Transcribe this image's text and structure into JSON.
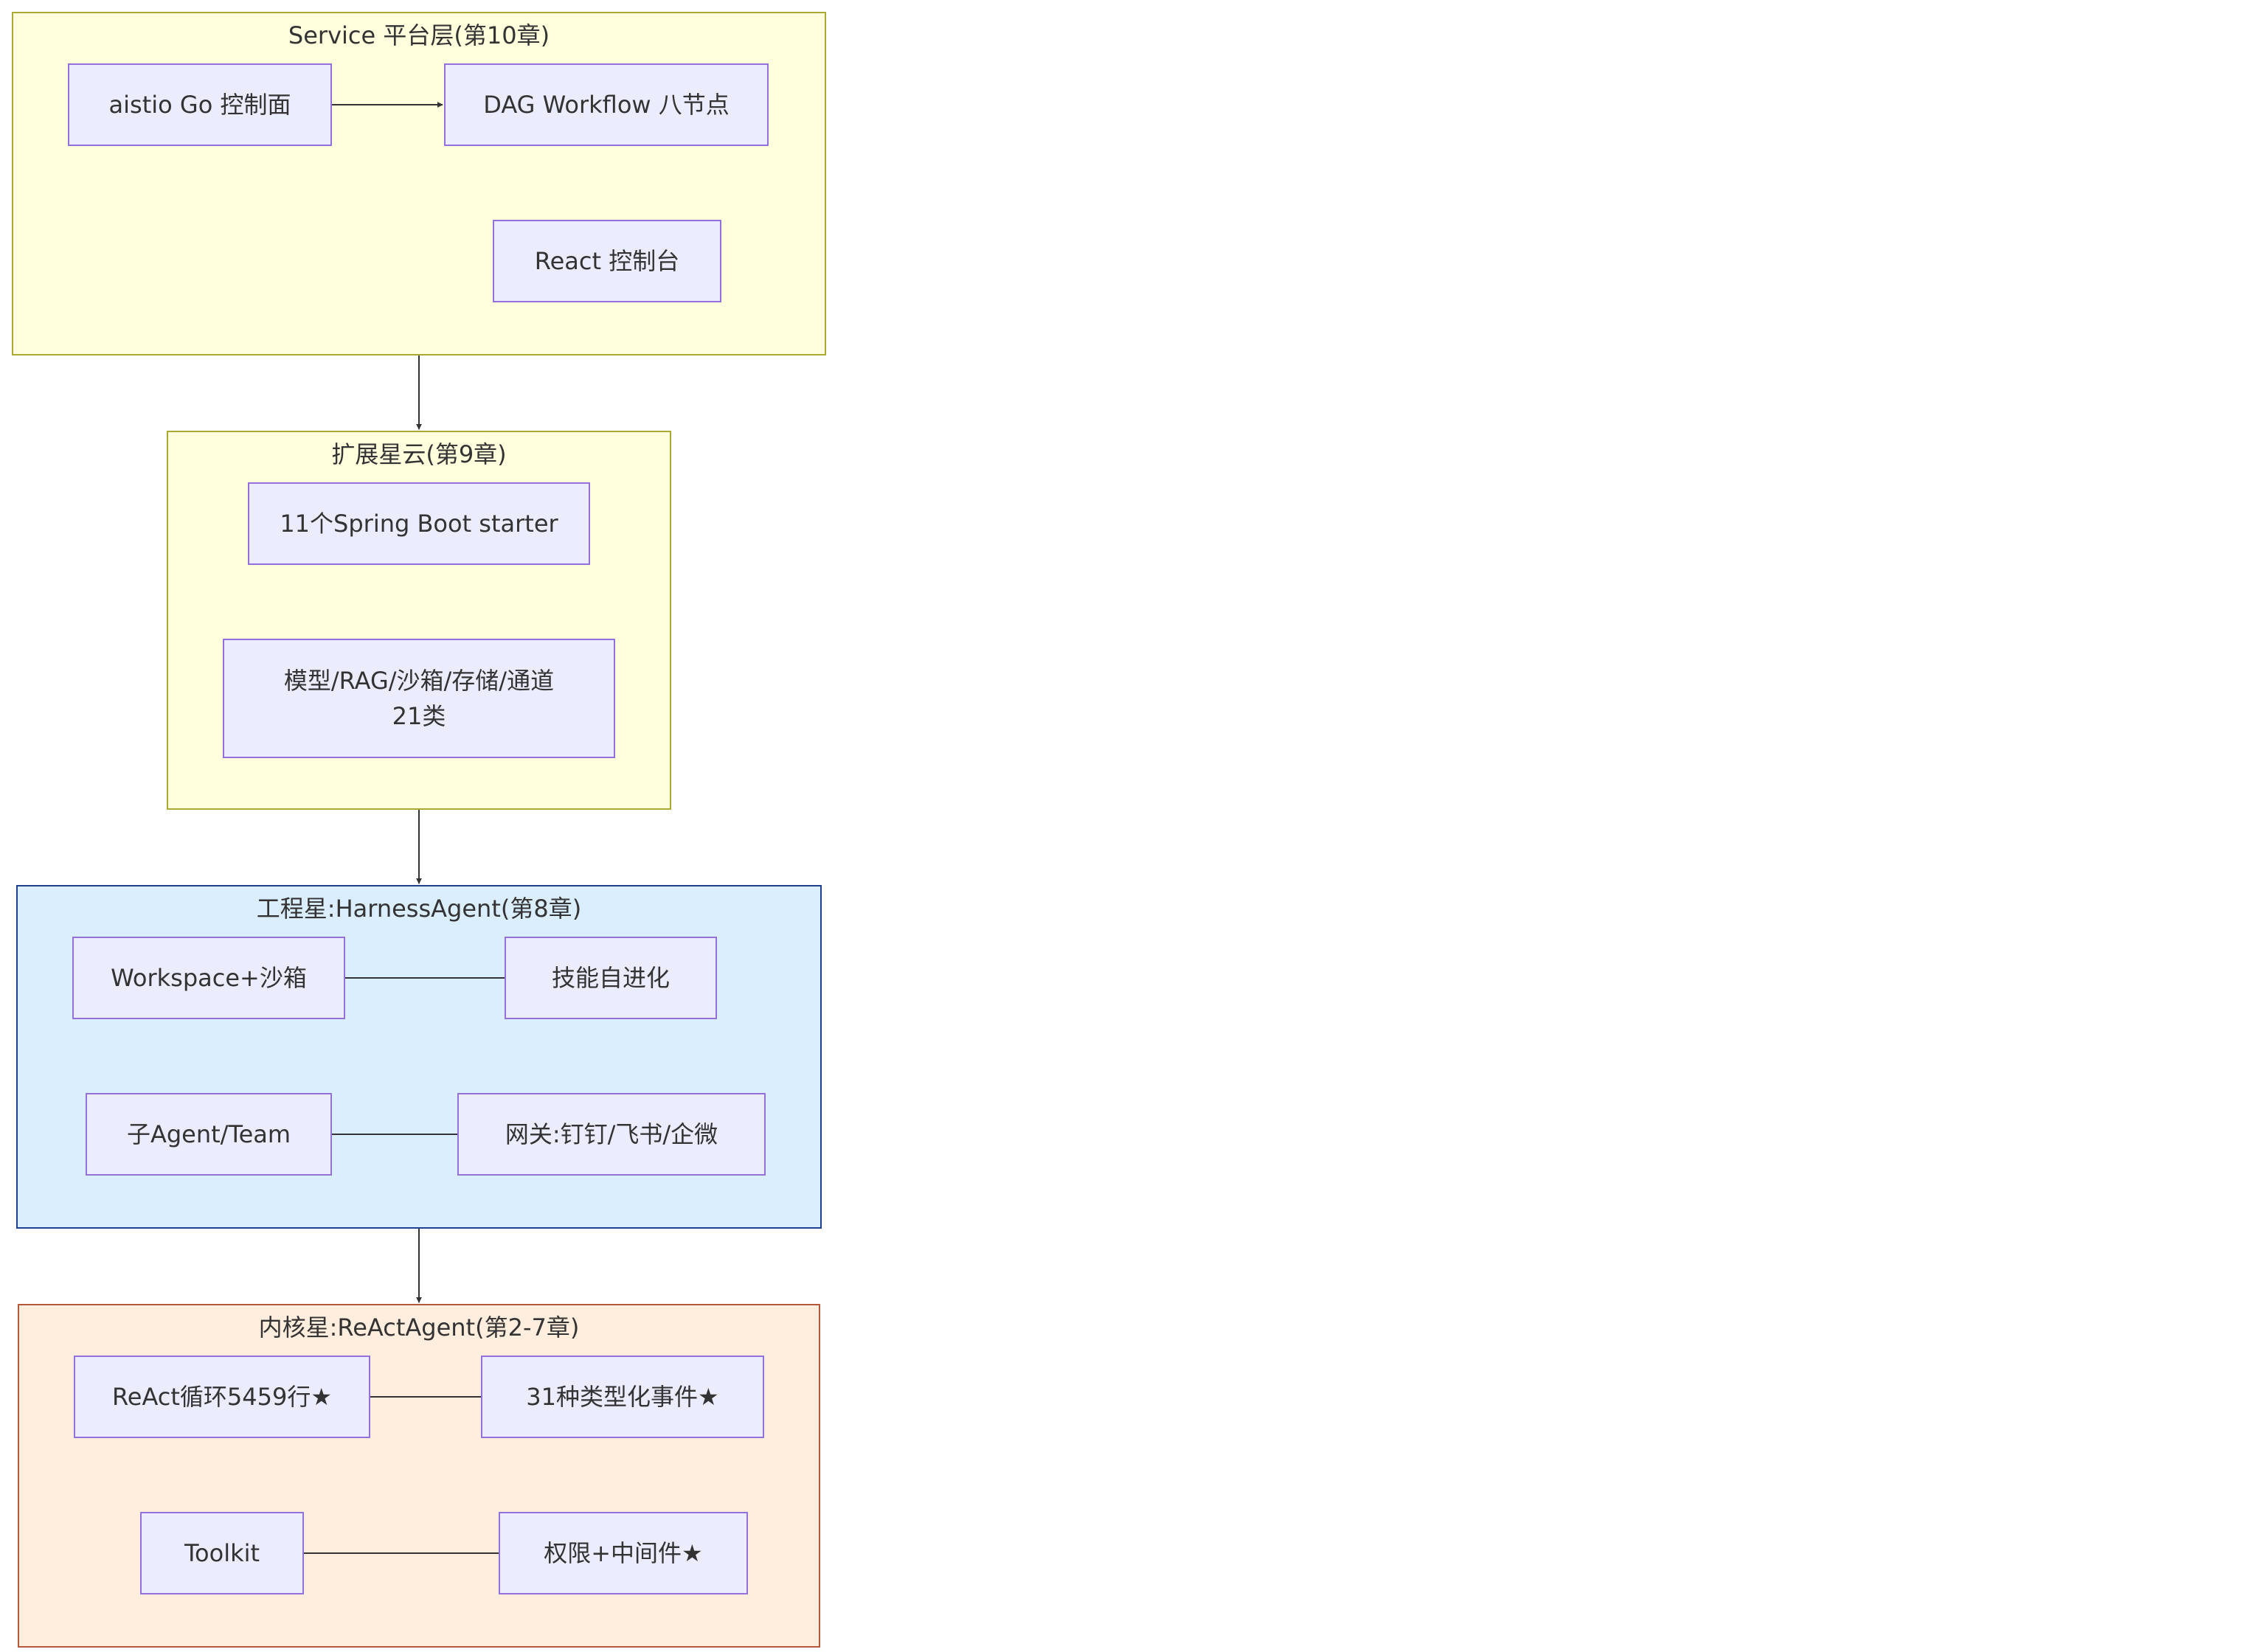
{
  "layers": {
    "service": {
      "title": "Service 平台层(第10章)",
      "nodes": {
        "go_control": "aistio Go 控制面",
        "dag_workflow": "DAG Workflow 八节点",
        "react_console": "React 控制台"
      }
    },
    "extension": {
      "title": "扩展星云(第9章)",
      "nodes": {
        "starters": "11个Spring Boot starter",
        "categories": "模型/RAG/沙箱/存储/通道\n21类"
      }
    },
    "harness": {
      "title": "工程星:HarnessAgent(第8章)",
      "nodes": {
        "workspace": "Workspace+沙箱",
        "skill_evolution": "技能自进化",
        "sub_agent": "子Agent/Team",
        "gateway": "网关:钉钉/飞书/企微"
      }
    },
    "kernel": {
      "title": "内核星:ReActAgent(第2-7章)",
      "nodes": {
        "react_loop": "ReAct循环5459行★",
        "typed_events": "31种类型化事件★",
        "toolkit": "Toolkit",
        "permissions": "权限+中间件★"
      }
    }
  },
  "colors": {
    "yellow_fill": "#ffffde",
    "yellow_border": "#aaaa33",
    "blue_fill": "#dbeefe",
    "blue_border": "#1f3f8f",
    "orange_fill": "#ffeddd",
    "orange_border": "#b5583a",
    "node_fill": "#ececff",
    "node_border": "#9370db",
    "edge": "#333333"
  }
}
